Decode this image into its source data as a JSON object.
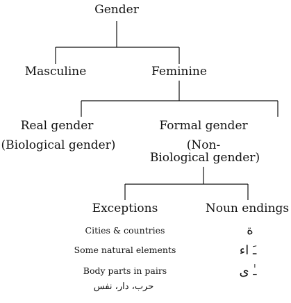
{
  "root": "Gender",
  "level1": {
    "masculine": "Masculine",
    "feminine": "Feminine"
  },
  "level2": {
    "real": "Real gender",
    "real_sub": "(Biological gender)",
    "formal": "Formal gender",
    "formal_sub1": "(Non-",
    "formal_sub2": "Biological gender)"
  },
  "level3": {
    "exceptions": "Exceptions",
    "noun_endings": "Noun endings"
  },
  "exceptions_items": [
    "Cities & countries",
    "Some natural elements",
    "Body parts in pairs",
    "حرب، دار، نفس"
  ],
  "noun_endings_items": [
    "ة",
    "ـَ اء",
    "ـٰ ى"
  ]
}
